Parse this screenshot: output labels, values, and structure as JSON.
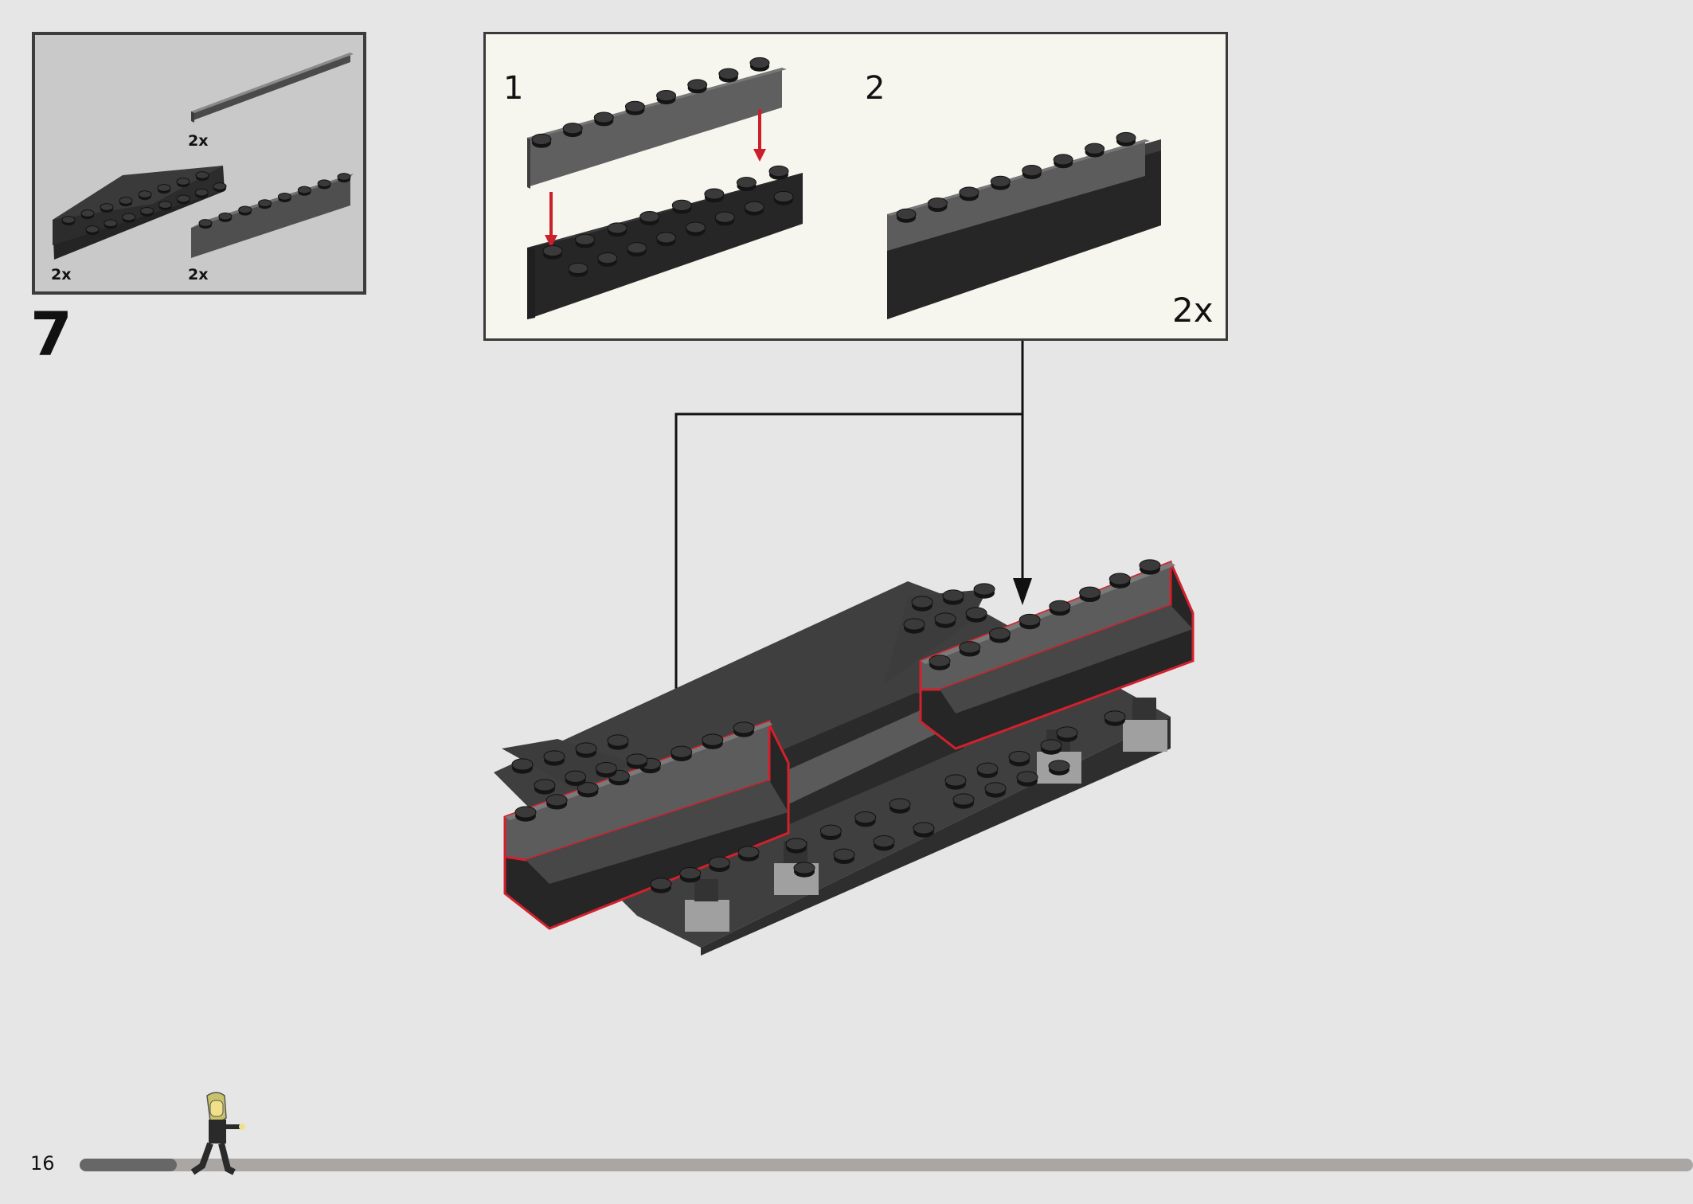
{
  "parts_list": {
    "items": [
      {
        "name": "1x8 dark grey tile",
        "quantity": "2x"
      },
      {
        "name": "2x8 black brick",
        "quantity": "2x"
      },
      {
        "name": "1x8 dark grey brick",
        "quantity": "2x"
      }
    ]
  },
  "step": {
    "number": "7"
  },
  "callout": {
    "sub_steps": [
      {
        "number": "1"
      },
      {
        "number": "2"
      }
    ],
    "multiplier": "2x"
  },
  "footer": {
    "page_number": "16",
    "progress": 0.06
  },
  "colors": {
    "background": "#e6e6e6",
    "callout_background": "#f6f5ee",
    "parts_background": "#c9c9c9",
    "highlight_red": "#d3202d",
    "arrow_red": "#cc1f2c",
    "brick_dark_grey": "#5e5e5e",
    "brick_black": "#2b2b2b"
  },
  "icons": [
    "minifigure-walking-icon",
    "red-arrow-down-icon",
    "black-arrow-down-icon"
  ]
}
